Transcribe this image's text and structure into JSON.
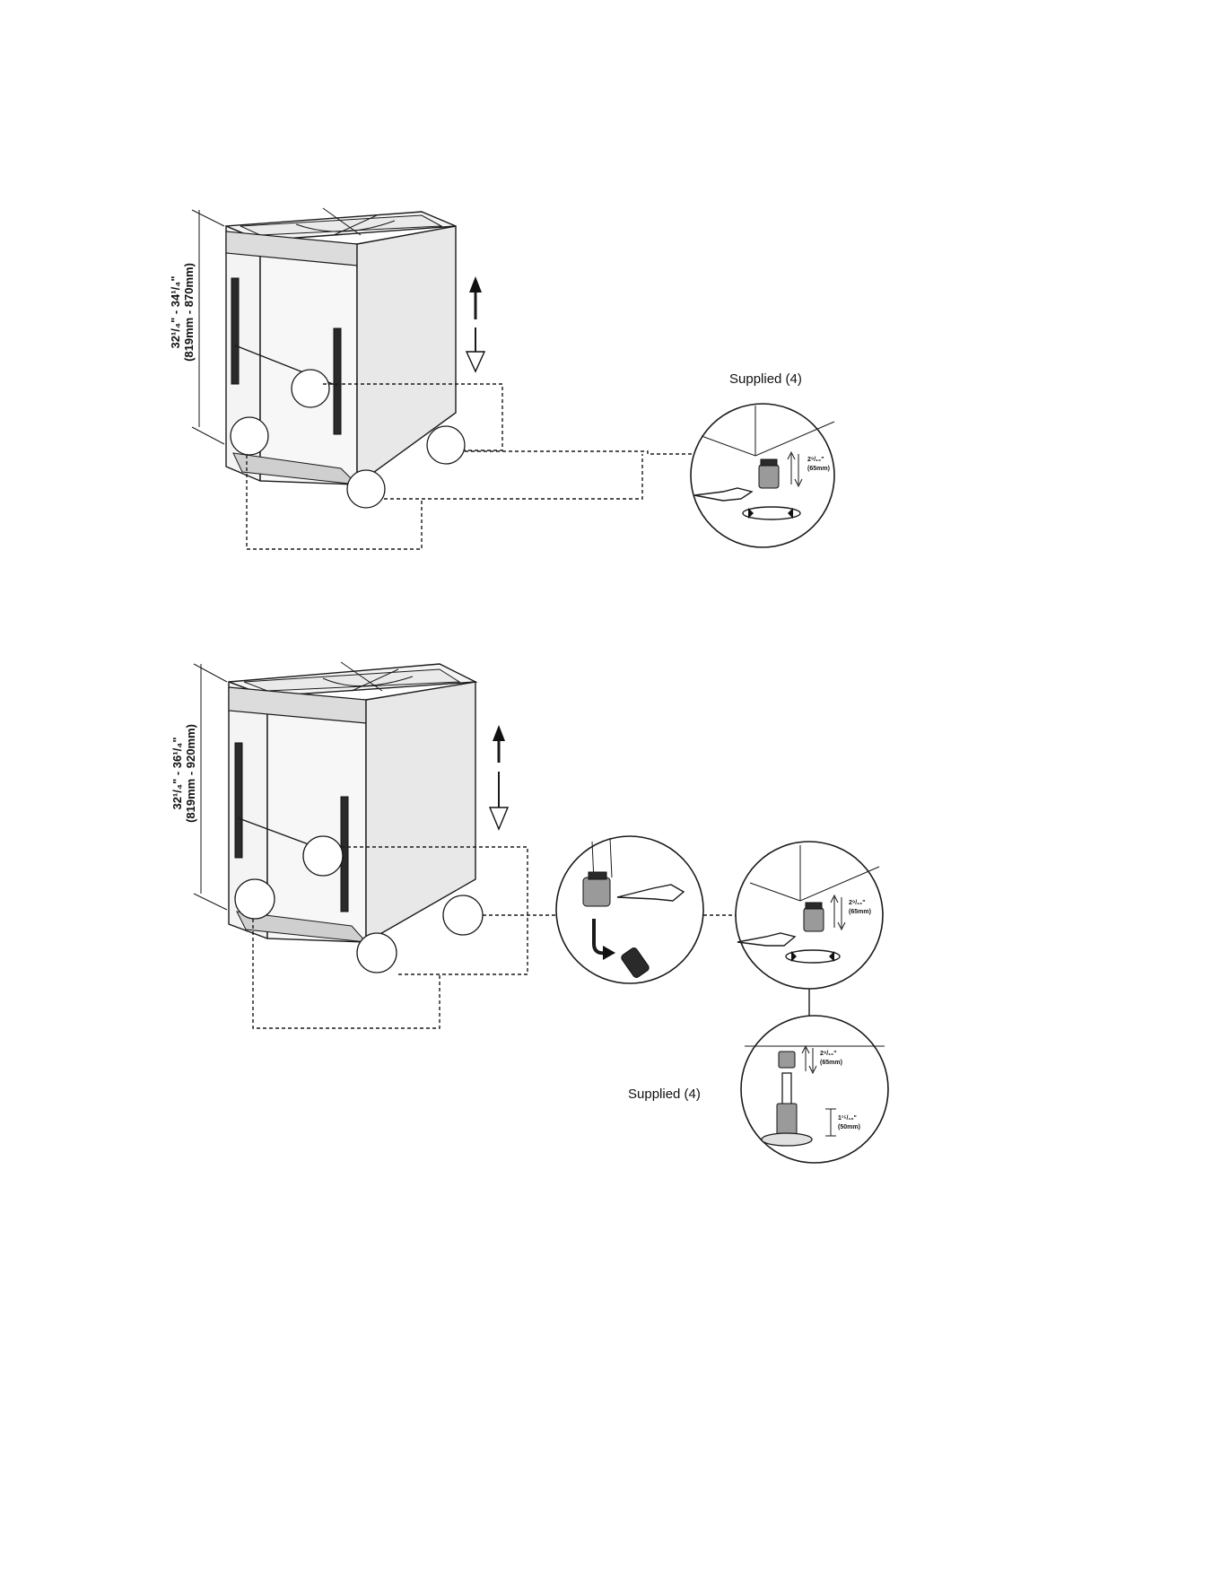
{
  "figure_top": {
    "height_dimension": "32¹/₄\" - 34¹/₄\"",
    "height_dimension_metric": "(819mm - 870mm)",
    "callout_label": "Supplied (4)",
    "detail_dimension": "2⁹/₁₆\"",
    "detail_dimension_metric": "(65mm)"
  },
  "figure_bottom": {
    "height_dimension": "32¹/₄\" - 36¹/₄\"",
    "height_dimension_metric": "(819mm - 920mm)",
    "callout_label": "Supplied (4)",
    "detail_dimension": "2⁹/₁₆\"",
    "detail_dimension_metric": "(65mm)",
    "extension_dimension": "1¹⁵/₁₆\"",
    "extension_dimension_metric": "(50mm)"
  }
}
